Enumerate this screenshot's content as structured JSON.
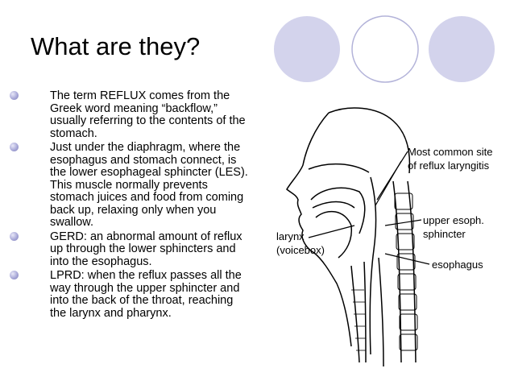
{
  "slide": {
    "title": "What are they?",
    "bullets": [
      "The term REFLUX comes from the Greek word meaning “backflow,” usually referring to the contents of the stomach.",
      "Just under the diaphragm, where the esophagus and stomach connect, is the lower esophageal sphincter (LES).  This muscle normally prevents stomach juices and food from coming back up, relaxing only when you swallow.",
      "GERD: an abnormal amount of reflux up through the lower sphincters and into the esophagus.",
      "LPRD: when the reflux passes all the way through the upper sphincter and into the back of the throat, reaching the larynx and pharynx."
    ]
  },
  "diagram": {
    "labels": {
      "common_site_1": "Most common site",
      "common_site_2": "of reflux laryngitis",
      "larynx_1": "larynx",
      "larynx_2": "(voicebox)",
      "upper_esoph_1": "upper esoph.",
      "upper_esoph_2": "sphincter",
      "esophagus": "esophagus"
    }
  },
  "colors": {
    "circle_fill": "#d3d3ec",
    "circle_stroke": "#b3b3d9",
    "bullet": "#9a9ad0"
  }
}
